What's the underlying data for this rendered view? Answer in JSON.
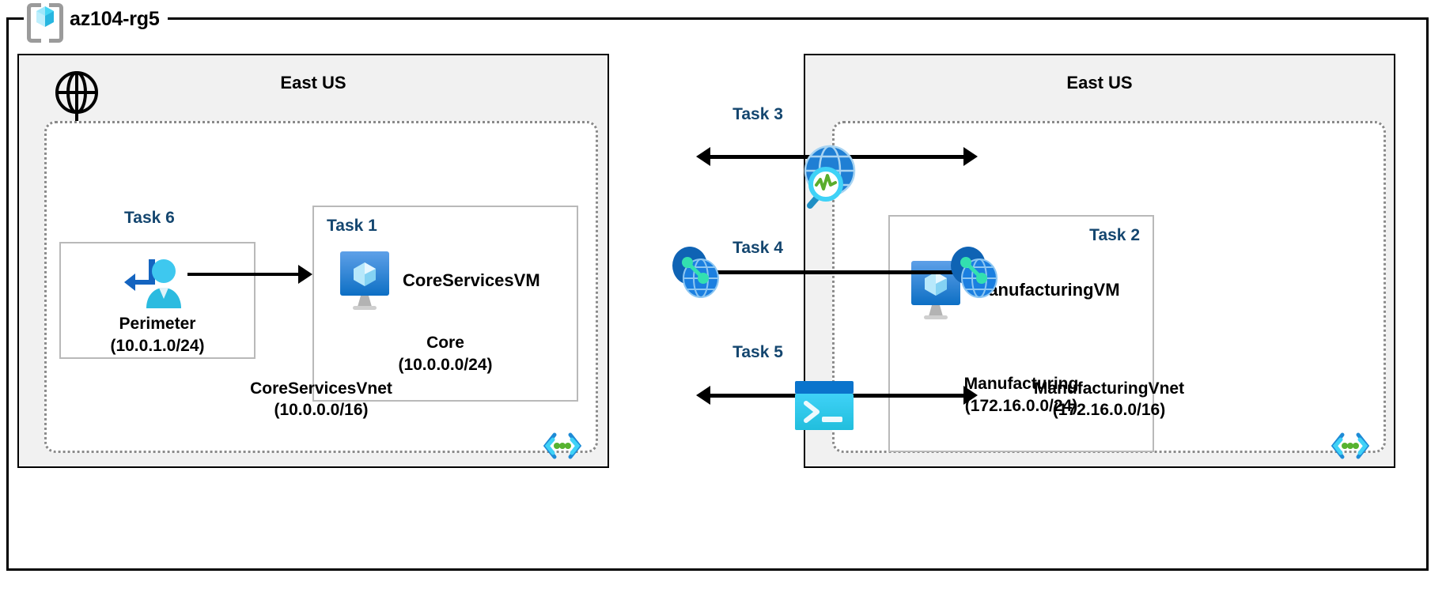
{
  "diagram": {
    "resource_group": {
      "name": "az104-rg5",
      "icon": "azure-resource-group-cube-icon"
    },
    "internet": {
      "icon": "globe-icon"
    },
    "regions": [
      {
        "id": "left",
        "title": "East US"
      },
      {
        "id": "right",
        "title": "East US"
      }
    ],
    "vnets": [
      {
        "id": "coreservices",
        "name": "CoreServicesVnet",
        "cidr": "(10.0.0.0/16)",
        "icon": "subnet-brackets-icon"
      },
      {
        "id": "manufacturing",
        "name": "ManufacturingVnet",
        "cidr": "(172.16.0.0/16)",
        "icon": "subnet-brackets-icon"
      }
    ],
    "subnets": [
      {
        "id": "perimeter",
        "task": "Task 6",
        "name": "Perimeter",
        "cidr": "(10.0.1.0/24)",
        "icon": "user-inbound-arrow-icon"
      },
      {
        "id": "core",
        "task": "Task 1",
        "name": "Core",
        "cidr": "(10.0.0.0/24)",
        "vm_name": "CoreServicesVM",
        "icon": "virtual-machine-icon"
      },
      {
        "id": "manufacturing",
        "task": "Task 2",
        "name": "Manufacturing",
        "cidr": "(172.16.0.0/24)",
        "vm_name": "ManufacturingVM",
        "icon": "virtual-machine-icon"
      }
    ],
    "connections": [
      {
        "id": "task3",
        "label": "Task 3",
        "icon": "network-watcher-globe-magnifier-icon"
      },
      {
        "id": "task4",
        "label": "Task 4",
        "icon": "vnet-peering-icon"
      },
      {
        "id": "task5",
        "label": "Task 5",
        "icon": "cloud-shell-terminal-icon"
      }
    ],
    "peering_icons": [
      {
        "id": "peering-left",
        "icon": "vnet-peering-icon"
      },
      {
        "id": "peering-right",
        "icon": "vnet-peering-icon"
      }
    ]
  },
  "colors": {
    "task_blue": "#14466f",
    "region_bg": "#f1f1f1",
    "vnet_border": "#8a8a8a",
    "subnet_border": "#b9b9b9",
    "azure_blue": "#0078d4",
    "cyan": "#32c8f0",
    "green": "#5aad2c"
  }
}
